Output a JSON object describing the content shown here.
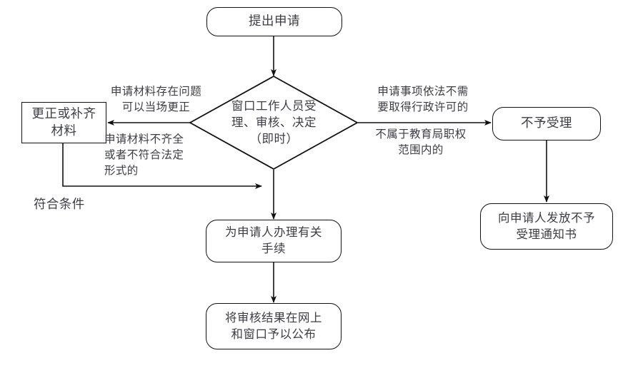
{
  "diagram": {
    "type": "flowchart",
    "title_visible": false,
    "colors": {
      "stroke": "#111111",
      "text": "#3c3c46",
      "background": "#ffffff"
    },
    "nodes": [
      {
        "id": "submit",
        "shape": "rounded-rect",
        "label": "提出申请"
      },
      {
        "id": "review",
        "shape": "diamond",
        "label": "窗口工作人员受\n理、审核、决定\n（即时）"
      },
      {
        "id": "correct",
        "shape": "rect",
        "label": "更正或补齐\n材料"
      },
      {
        "id": "reject",
        "shape": "rounded-rect",
        "label": "不予受理"
      },
      {
        "id": "reject-notice",
        "shape": "rounded-rect",
        "label": "向申请人发放不予\n受理通知书"
      },
      {
        "id": "process",
        "shape": "rounded-rect",
        "label": "为申请人办理有关\n手续"
      },
      {
        "id": "publish",
        "shape": "rounded-rect",
        "label": "将审核结果在网上\n和窗口予以公布"
      }
    ],
    "edge_labels": [
      {
        "id": "label-correct-onsite",
        "text": "申请材料存在问题\n可以当场更正"
      },
      {
        "id": "label-incomplete",
        "text": "申请材料不齐全\n或者不符合法定\n形式的"
      },
      {
        "id": "label-no-permit",
        "text": "申请事项依法不需\n要取得行政许可的"
      },
      {
        "id": "label-out-of-scope",
        "text": "不属于教育局职权\n范围内的"
      },
      {
        "id": "label-qualified",
        "text": "符合条件"
      }
    ],
    "edges": [
      {
        "from": "submit",
        "to": "review",
        "label": ""
      },
      {
        "from": "review",
        "to": "correct",
        "label": "申请材料存在问题可以当场更正 / 申请材料不齐全或者不符合法定形式的"
      },
      {
        "from": "review",
        "to": "reject",
        "label": "申请事项依法不需要取得行政许可的 / 不属于教育局职权范围内的"
      },
      {
        "from": "review",
        "to": "process",
        "label": ""
      },
      {
        "from": "correct",
        "to": "process",
        "label": "符合条件"
      },
      {
        "from": "reject",
        "to": "reject-notice",
        "label": ""
      },
      {
        "from": "process",
        "to": "publish",
        "label": ""
      }
    ]
  }
}
